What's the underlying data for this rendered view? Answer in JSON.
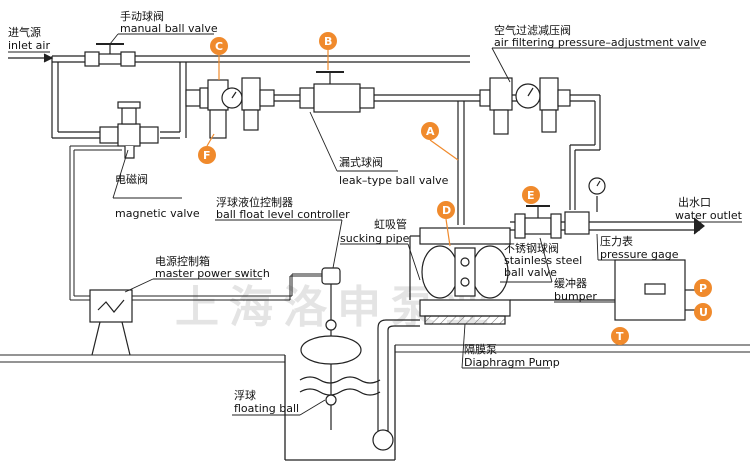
{
  "labels": {
    "inlet_air_cn": "进气源",
    "inlet_air_en": "inlet air",
    "manual_valve_cn": "手动球阀",
    "manual_valve_en": "manual ball valve",
    "air_filter_cn": "空气过滤减压阀",
    "air_filter_en": "air filtering pressure–adjustment valve",
    "magnetic_valve_cn": "电磁阀",
    "magnetic_valve_en": "magnetic valve",
    "leak_valve_cn": "漏式球阀",
    "leak_valve_en": "leak–type ball valve",
    "float_controller_cn": "浮球液位控制器",
    "float_controller_en": "ball float level controller",
    "sucking_pipe_cn": "虹吸管",
    "sucking_pipe_en": "sucking pipe",
    "water_outlet_cn": "出水口",
    "water_outlet_en": "water outlet",
    "stainless_valve_cn": "不锈钢球阀",
    "stainless_valve_en1": "stainless steel",
    "stainless_valve_en2": "ball valve",
    "pressure_gage_cn": "压力表",
    "pressure_gage_en": "pressure gage",
    "power_switch_cn": "电源控制箱",
    "power_switch_en": "master power switch",
    "bumper_cn": "缓冲器",
    "bumper_en": "bumper",
    "diaphragm_cn": "隔膜泵",
    "diaphragm_en": "Diaphragm Pump",
    "floating_ball_cn": "浮球",
    "floating_ball_en": "floating ball",
    "watermark": "上海洛申泵业"
  },
  "tags": {
    "A": "A",
    "B": "B",
    "C": "C",
    "D": "D",
    "E": "E",
    "F": "F",
    "P": "P",
    "T": "T",
    "U": "U"
  },
  "colors": {
    "tag_fill": "#f08a2c",
    "line": "#222222",
    "pipe_fill": "#ffffff",
    "ground": "#555555",
    "watermark": "#e4e4e4"
  }
}
